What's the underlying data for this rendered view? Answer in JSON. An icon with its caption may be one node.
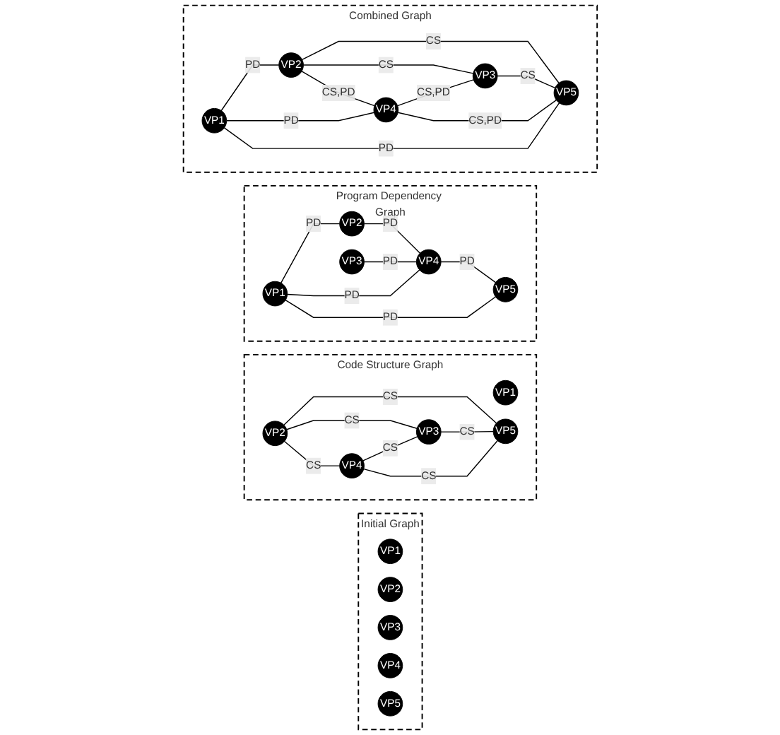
{
  "diagram": {
    "nodes": [
      {
        "text": [
          "Initial Graph"
        ]
      },
      {
        "text": [
          "VP1"
        ],
        "in": 0
      },
      {
        "text": [
          "VP2"
        ],
        "in": 0
      },
      {
        "text": [
          "VP3"
        ],
        "in": 0
      },
      {
        "text": [
          "VP4"
        ],
        "in": 0
      },
      {
        "text": [
          "VP5"
        ],
        "in": 0
      },
      {
        "text": [
          "Code Structure Graph"
        ]
      },
      {
        "text": [
          "VP1"
        ],
        "in": 6
      },
      {
        "text": [
          "VP2"
        ],
        "in": 6
      },
      {
        "text": [
          "VP3"
        ],
        "in": 6
      },
      {
        "text": [
          "VP4"
        ],
        "in": 6
      },
      {
        "text": [
          "VP5"
        ],
        "in": 6
      },
      {
        "text": [
          "Program Dependency Graph"
        ]
      },
      {
        "text": [
          "VP1"
        ],
        "in": 12
      },
      {
        "text": [
          "VP2"
        ],
        "in": 12
      },
      {
        "text": [
          "VP3"
        ],
        "in": 12
      },
      {
        "text": [
          "VP4"
        ],
        "in": 12
      },
      {
        "text": [
          "VP5"
        ],
        "in": 12
      },
      {
        "text": [
          "Combined Graph"
        ]
      },
      {
        "text": [
          "VP1"
        ],
        "in": 18
      },
      {
        "text": [
          "VP2"
        ],
        "in": 18
      },
      {
        "text": [
          "VP3"
        ],
        "in": 18
      },
      {
        "text": [
          "VP4"
        ],
        "in": 18
      },
      {
        "text": [
          "VP5"
        ],
        "in": 18
      }
    ],
    "edges": [
      {
        "from": 8,
        "to": 9,
        "arrow": "none",
        "label": "CS"
      },
      {
        "from": 8,
        "to": 10,
        "arrow": "none",
        "label": "CS"
      },
      {
        "from": 8,
        "to": 11,
        "arrow": "none",
        "label": "CS"
      },
      {
        "from": 10,
        "to": 9,
        "arrow": "none",
        "label": "CS"
      },
      {
        "from": 9,
        "to": 11,
        "arrow": "none",
        "label": "CS"
      },
      {
        "from": 10,
        "to": 11,
        "arrow": "none",
        "label": "CS"
      },
      {
        "from": 13,
        "to": 14,
        "arrow": "none",
        "label": "PD"
      },
      {
        "from": 14,
        "to": 16,
        "arrow": "none",
        "label": "PD"
      },
      {
        "from": 15,
        "to": 16,
        "arrow": "none",
        "label": "PD"
      },
      {
        "from": 13,
        "to": 16,
        "arrow": "none",
        "label": "PD"
      },
      {
        "from": 16,
        "to": 17,
        "arrow": "none",
        "label": "PD"
      },
      {
        "from": 13,
        "to": 17,
        "arrow": "none",
        "label": "PD"
      },
      {
        "from": 19,
        "to": 20,
        "arrow": "none",
        "label": "PD"
      },
      {
        "from": 20,
        "to": 21,
        "arrow": "none",
        "label": "CS"
      },
      {
        "from": 20,
        "to": 22,
        "arrow": "none",
        "label": "CS,PD"
      },
      {
        "from": 20,
        "to": 23,
        "arrow": "none",
        "label": "CS"
      },
      {
        "from": 22,
        "to": 21,
        "arrow": "none",
        "label": "CS,PD"
      },
      {
        "from": 21,
        "to": 23,
        "arrow": "none",
        "label": "CS"
      },
      {
        "from": 19,
        "to": 22,
        "arrow": "none",
        "label": "PD"
      },
      {
        "from": 22,
        "to": 23,
        "arrow": "none",
        "label": "CS,PD"
      },
      {
        "from": 19,
        "to": 23,
        "arrow": "none",
        "label": "PD"
      }
    ]
  }
}
